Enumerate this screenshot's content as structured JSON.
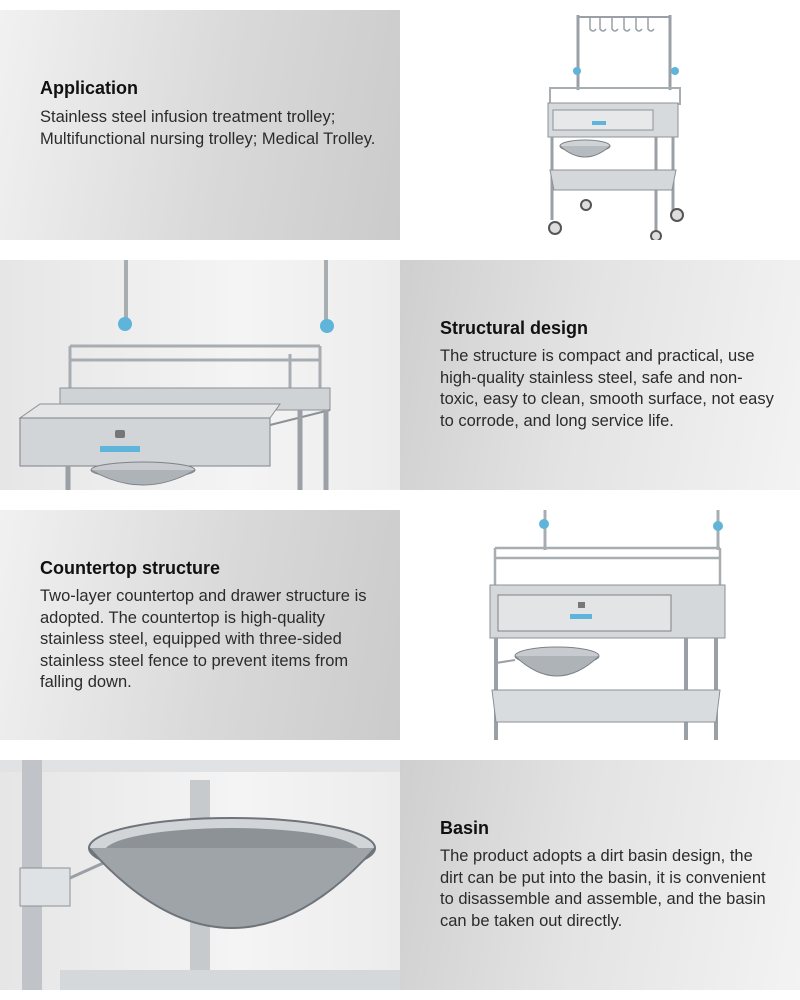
{
  "sections": [
    {
      "heading": "Application",
      "text": "Stainless steel infusion treatment trolley; Multifunctional nursing trolley; Medical Trolley."
    },
    {
      "heading": "Structural design",
      "text": "The structure is compact and practical, use high-quality stainless steel, safe and non-toxic, easy to clean, smooth surface, not easy to corrode, and long service life."
    },
    {
      "heading": "Countertop structure",
      "text": "Two-layer countertop and drawer structure is adopted. The countertop is high-quality stainless steel, equipped with three-sided stainless steel fence to prevent items from falling down."
    },
    {
      "heading": "Basin",
      "text": "The product adopts a dirt basin design, the dirt can be put into the basin, it is convenient to disassemble and assemble, and the basin can be taken out directly."
    }
  ],
  "colors": {
    "steel": "#b8bcc0",
    "steel_dark": "#7d8287",
    "accent_blue": "#5fb4d9"
  }
}
